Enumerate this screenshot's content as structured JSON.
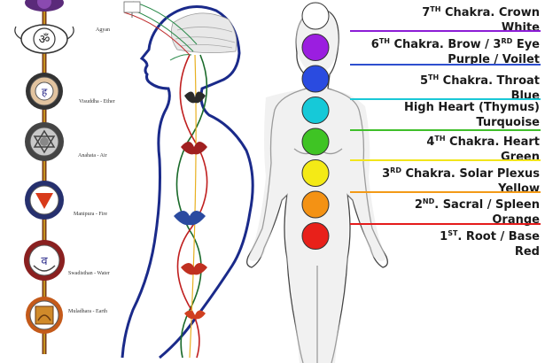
{
  "left_panel": {
    "chakra_labels": [
      "Agyan",
      "Visuddha - Ether",
      "Anahata - Air",
      "Manipura - Fire",
      "Swadisthan - Water",
      "Muladhara - Earth"
    ]
  },
  "chakras": [
    {
      "num": "7",
      "sup": "TH",
      "rest": " Chakra. Crown",
      "color_name": "White",
      "hex": "#ffffff",
      "rule": "#8c1dd6"
    },
    {
      "num": "6",
      "sup": "TH",
      "rest": " Chakra. Brow / 3",
      "sup2": "RD",
      "rest2": " Eye",
      "color_name": "Purple / Voilet",
      "hex": "#9b1ee0",
      "rule": "#2e4fcf"
    },
    {
      "num": "5",
      "sup": "TH",
      "rest": " Chakra. Throat",
      "color_name": "Blue",
      "hex": "#2a4be0",
      "rule": "#19c8d6"
    },
    {
      "num": "",
      "sup": "",
      "rest": "High Heart (Thymus)",
      "color_name": "Turquoise",
      "hex": "#16c9d8",
      "rule": "#3fbf2a"
    },
    {
      "num": "4",
      "sup": "TH",
      "rest": " Chakra. Heart",
      "color_name": "Green",
      "hex": "#3fc424",
      "rule": "#f2e51b"
    },
    {
      "num": "3",
      "sup": "RD",
      "rest": " Chakra. Solar Plexus",
      "color_name": "Yellow",
      "hex": "#f4ea16",
      "rule": "#f39a17"
    },
    {
      "num": "2",
      "sup": "ND",
      "rest": ". Sacral / Spleen",
      "color_name": "Orange",
      "hex": "#f49214",
      "rule": "#e51b1b"
    },
    {
      "num": "1",
      "sup": "ST",
      "rest": ". Root / Base",
      "color_name": "Red",
      "hex": "#e8201a",
      "rule": ""
    }
  ]
}
